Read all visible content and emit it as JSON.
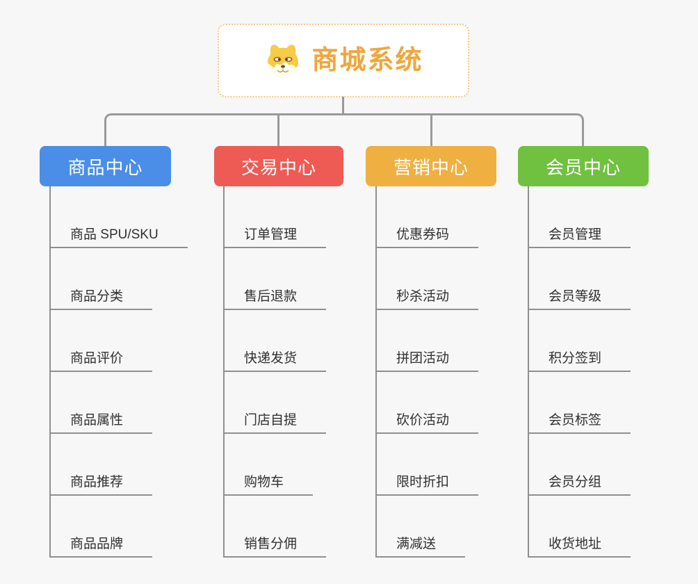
{
  "root": {
    "title": "商城系统",
    "icon": "shiba-dog-icon",
    "title_color": "#F0A63C",
    "border_color": "#F6C882"
  },
  "style": {
    "background_color": "#F7F7F7",
    "connector_color": "#999999",
    "leaf_text_color": "#303030"
  },
  "branches": [
    {
      "label": "商品中心",
      "color": "#4A8EE8",
      "items": [
        "商品 SPU/SKU",
        "商品分类",
        "商品评价",
        "商品属性",
        "商品推荐",
        "商品品牌"
      ]
    },
    {
      "label": "交易中心",
      "color": "#EE5A54",
      "items": [
        "订单管理",
        "售后退款",
        "快递发货",
        "门店自提",
        "购物车",
        "销售分佣"
      ]
    },
    {
      "label": "营销中心",
      "color": "#EFAF41",
      "items": [
        "优惠券码",
        "秒杀活动",
        "拼团活动",
        "砍价活动",
        "限时折扣",
        "满减送"
      ]
    },
    {
      "label": "会员中心",
      "color": "#70C13F",
      "items": [
        "会员管理",
        "会员等级",
        "积分签到",
        "会员标签",
        "会员分组",
        "收货地址"
      ]
    }
  ]
}
